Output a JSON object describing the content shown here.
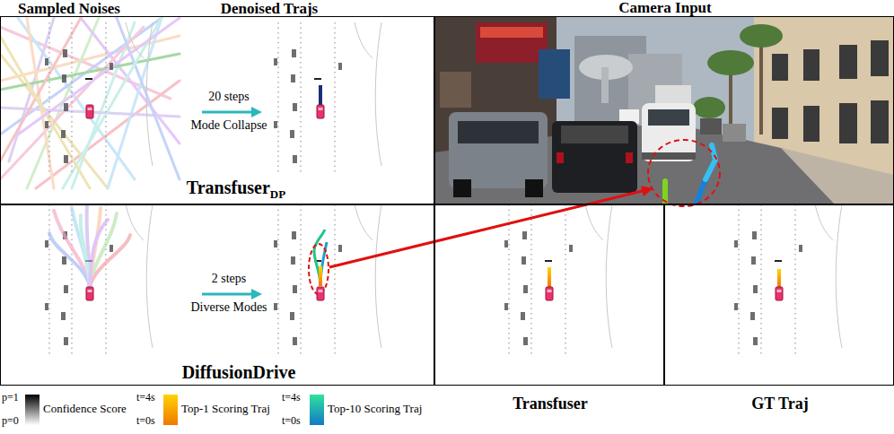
{
  "diagram": {
    "nodes": [
      {
        "text": [
          "Transfuser",
          "DP"
        ]
      },
      {
        "text": [
          "Camera Input"
        ]
      },
      {
        "text": [
          "DiffusionDrive"
        ]
      },
      {
        "text": [
          "Transfuser"
        ]
      },
      {
        "text": [
          "GT Traj"
        ]
      }
    ],
    "edges": [
      {
        "from": 2,
        "to": 1,
        "arrow": "to"
      }
    ],
    "labels": [
      "Sampled Noises",
      "Denoised Trajs",
      "20 steps",
      "Mode Collapse",
      "2 steps",
      "Diverse Modes",
      "p=1",
      "p=0",
      "t=4s",
      "t=0s",
      "t=4s",
      "t=0s"
    ],
    "legend": [
      {
        "text": "Confidence Score"
      },
      {
        "text": "Top-1 Scoring Traj"
      },
      {
        "text": "Top-10 Scoring Traj"
      }
    ]
  }
}
